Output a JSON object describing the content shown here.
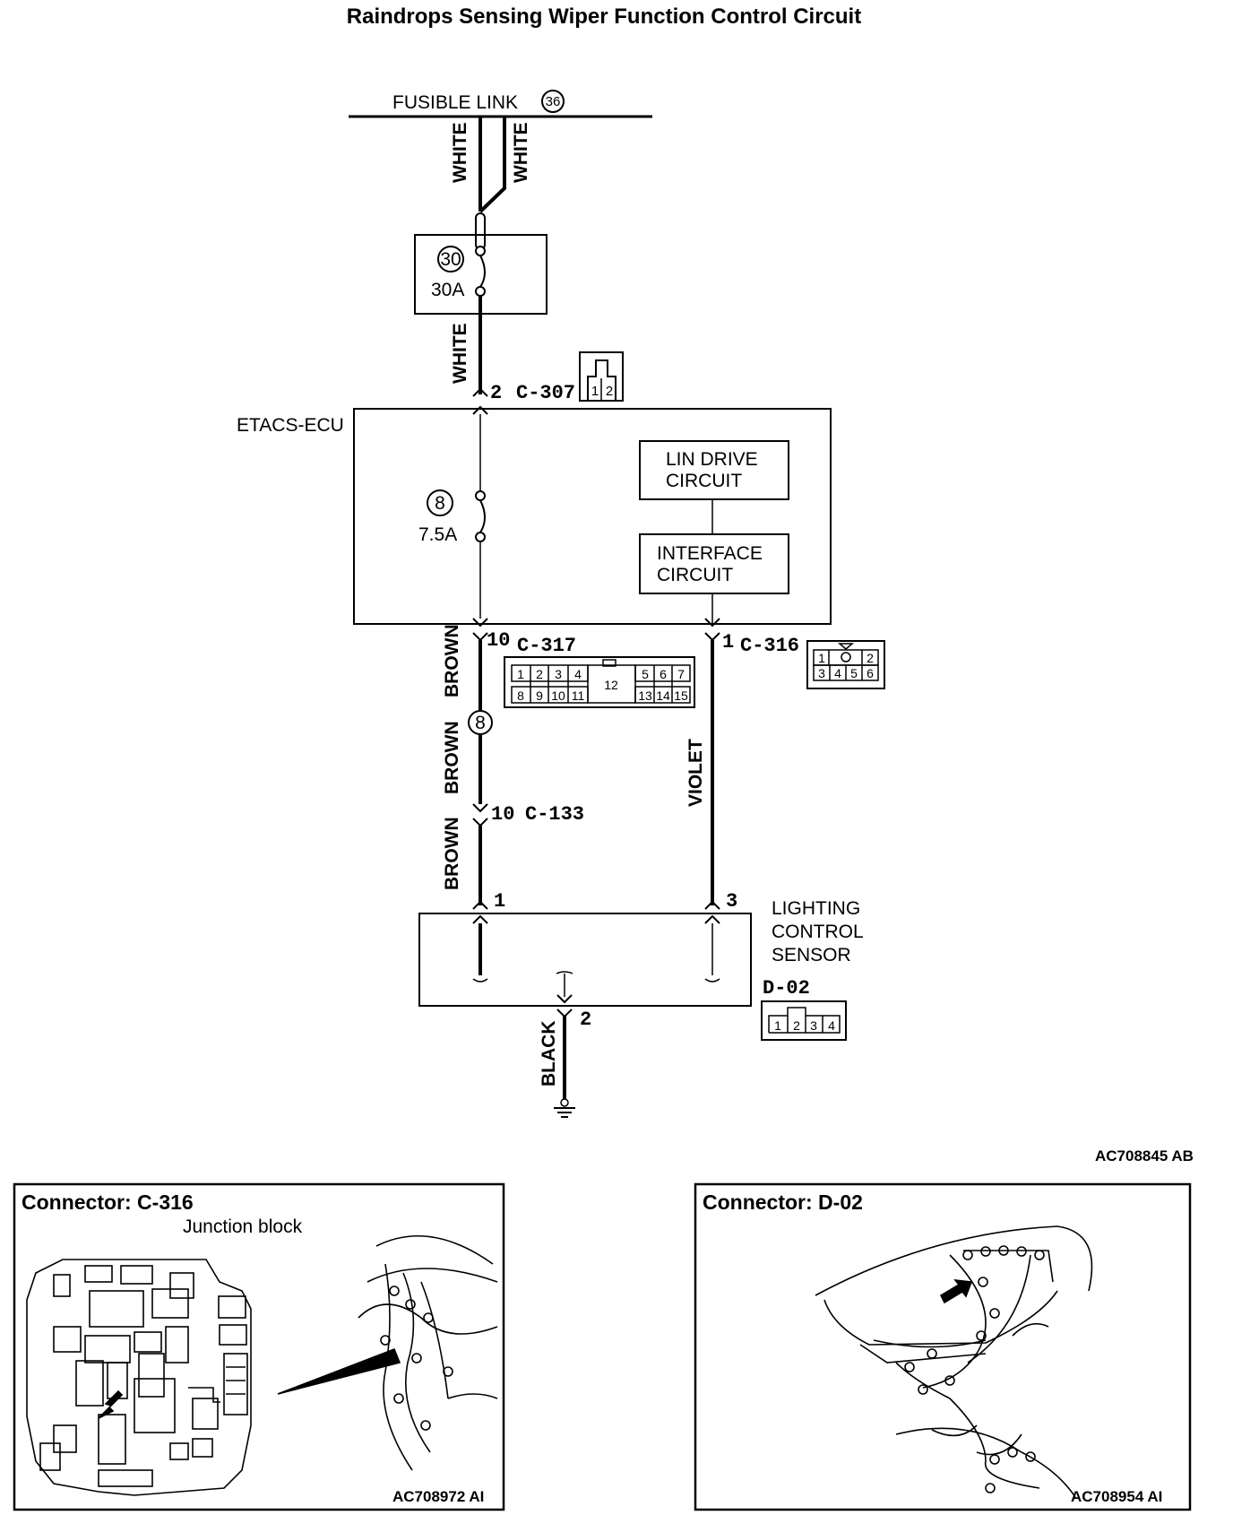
{
  "title": "Raindrops Sensing Wiper Function Control Circuit",
  "fusible_link": {
    "label": "FUSIBLE LINK",
    "number": "36"
  },
  "wires": {
    "white_a": "WHITE",
    "white_b": "WHITE",
    "white_c": "WHITE",
    "brown_a": "BROWN",
    "brown_b": "BROWN",
    "brown_c": "BROWN",
    "violet": "VIOLET",
    "black": "BLACK"
  },
  "fuse_30": {
    "number": "30",
    "rating": "30A"
  },
  "c307": {
    "pin": "2",
    "name": "C-307",
    "pins": [
      "1",
      "2"
    ]
  },
  "etacs": {
    "label": "ETACS-ECU",
    "fuse_number": "8",
    "fuse_rating": "7.5A",
    "lin_drive": [
      "LIN DRIVE",
      "CIRCUIT"
    ],
    "interface": [
      "INTERFACE",
      "CIRCUIT"
    ]
  },
  "c317": {
    "pin": "10",
    "name": "C-317",
    "top_pins": [
      "1",
      "2",
      "3",
      "4",
      "5",
      "6",
      "7"
    ],
    "bottom_pins": [
      "8",
      "9",
      "10",
      "11",
      "13",
      "14",
      "15"
    ],
    "center_pin": "12"
  },
  "c316": {
    "pin": "1",
    "name": "C-316",
    "pins": [
      "1",
      "2",
      "3",
      "4",
      "5",
      "6"
    ]
  },
  "splice": "8",
  "c133": {
    "pin": "10",
    "name": "C-133"
  },
  "sensor": {
    "label": [
      "LIGHTING",
      "CONTROL",
      "SENSOR"
    ],
    "pin_brown": "1",
    "pin_violet": "3",
    "pin_ground": "2",
    "connector": "D-02",
    "pins": [
      "1",
      "2",
      "3",
      "4"
    ]
  },
  "diagram_code": "AC708845 AB",
  "panels": [
    {
      "title": "Connector: C-316",
      "subtitle": "Junction block",
      "code": "AC708972 AI"
    },
    {
      "title": "Connector: D-02",
      "code": "AC708954 AI"
    }
  ],
  "colors": {
    "ink": "#000000",
    "background": "#ffffff"
  }
}
